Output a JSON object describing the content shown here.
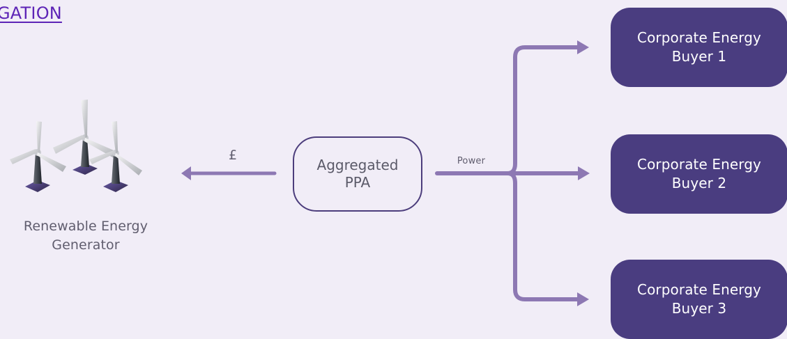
{
  "heading": {
    "link_text": "GATION"
  },
  "diagram": {
    "generator_label": "Renewable Energy\nGenerator",
    "currency_label": "£",
    "power_label": "Power",
    "ppa_label": "Aggregated\nPPA",
    "buyers": [
      {
        "label": "Corporate Energy\nBuyer 1"
      },
      {
        "label": "Corporate Energy\nBuyer 2"
      },
      {
        "label": "Corporate Energy\nBuyer 3"
      }
    ]
  },
  "colors": {
    "background": "#f1edf7",
    "link": "#5d24b6",
    "box_fill": "#4a3d80",
    "box_outline": "#4c3d7c",
    "arrow": "#8d78b3",
    "label_text": "#605d6e"
  }
}
